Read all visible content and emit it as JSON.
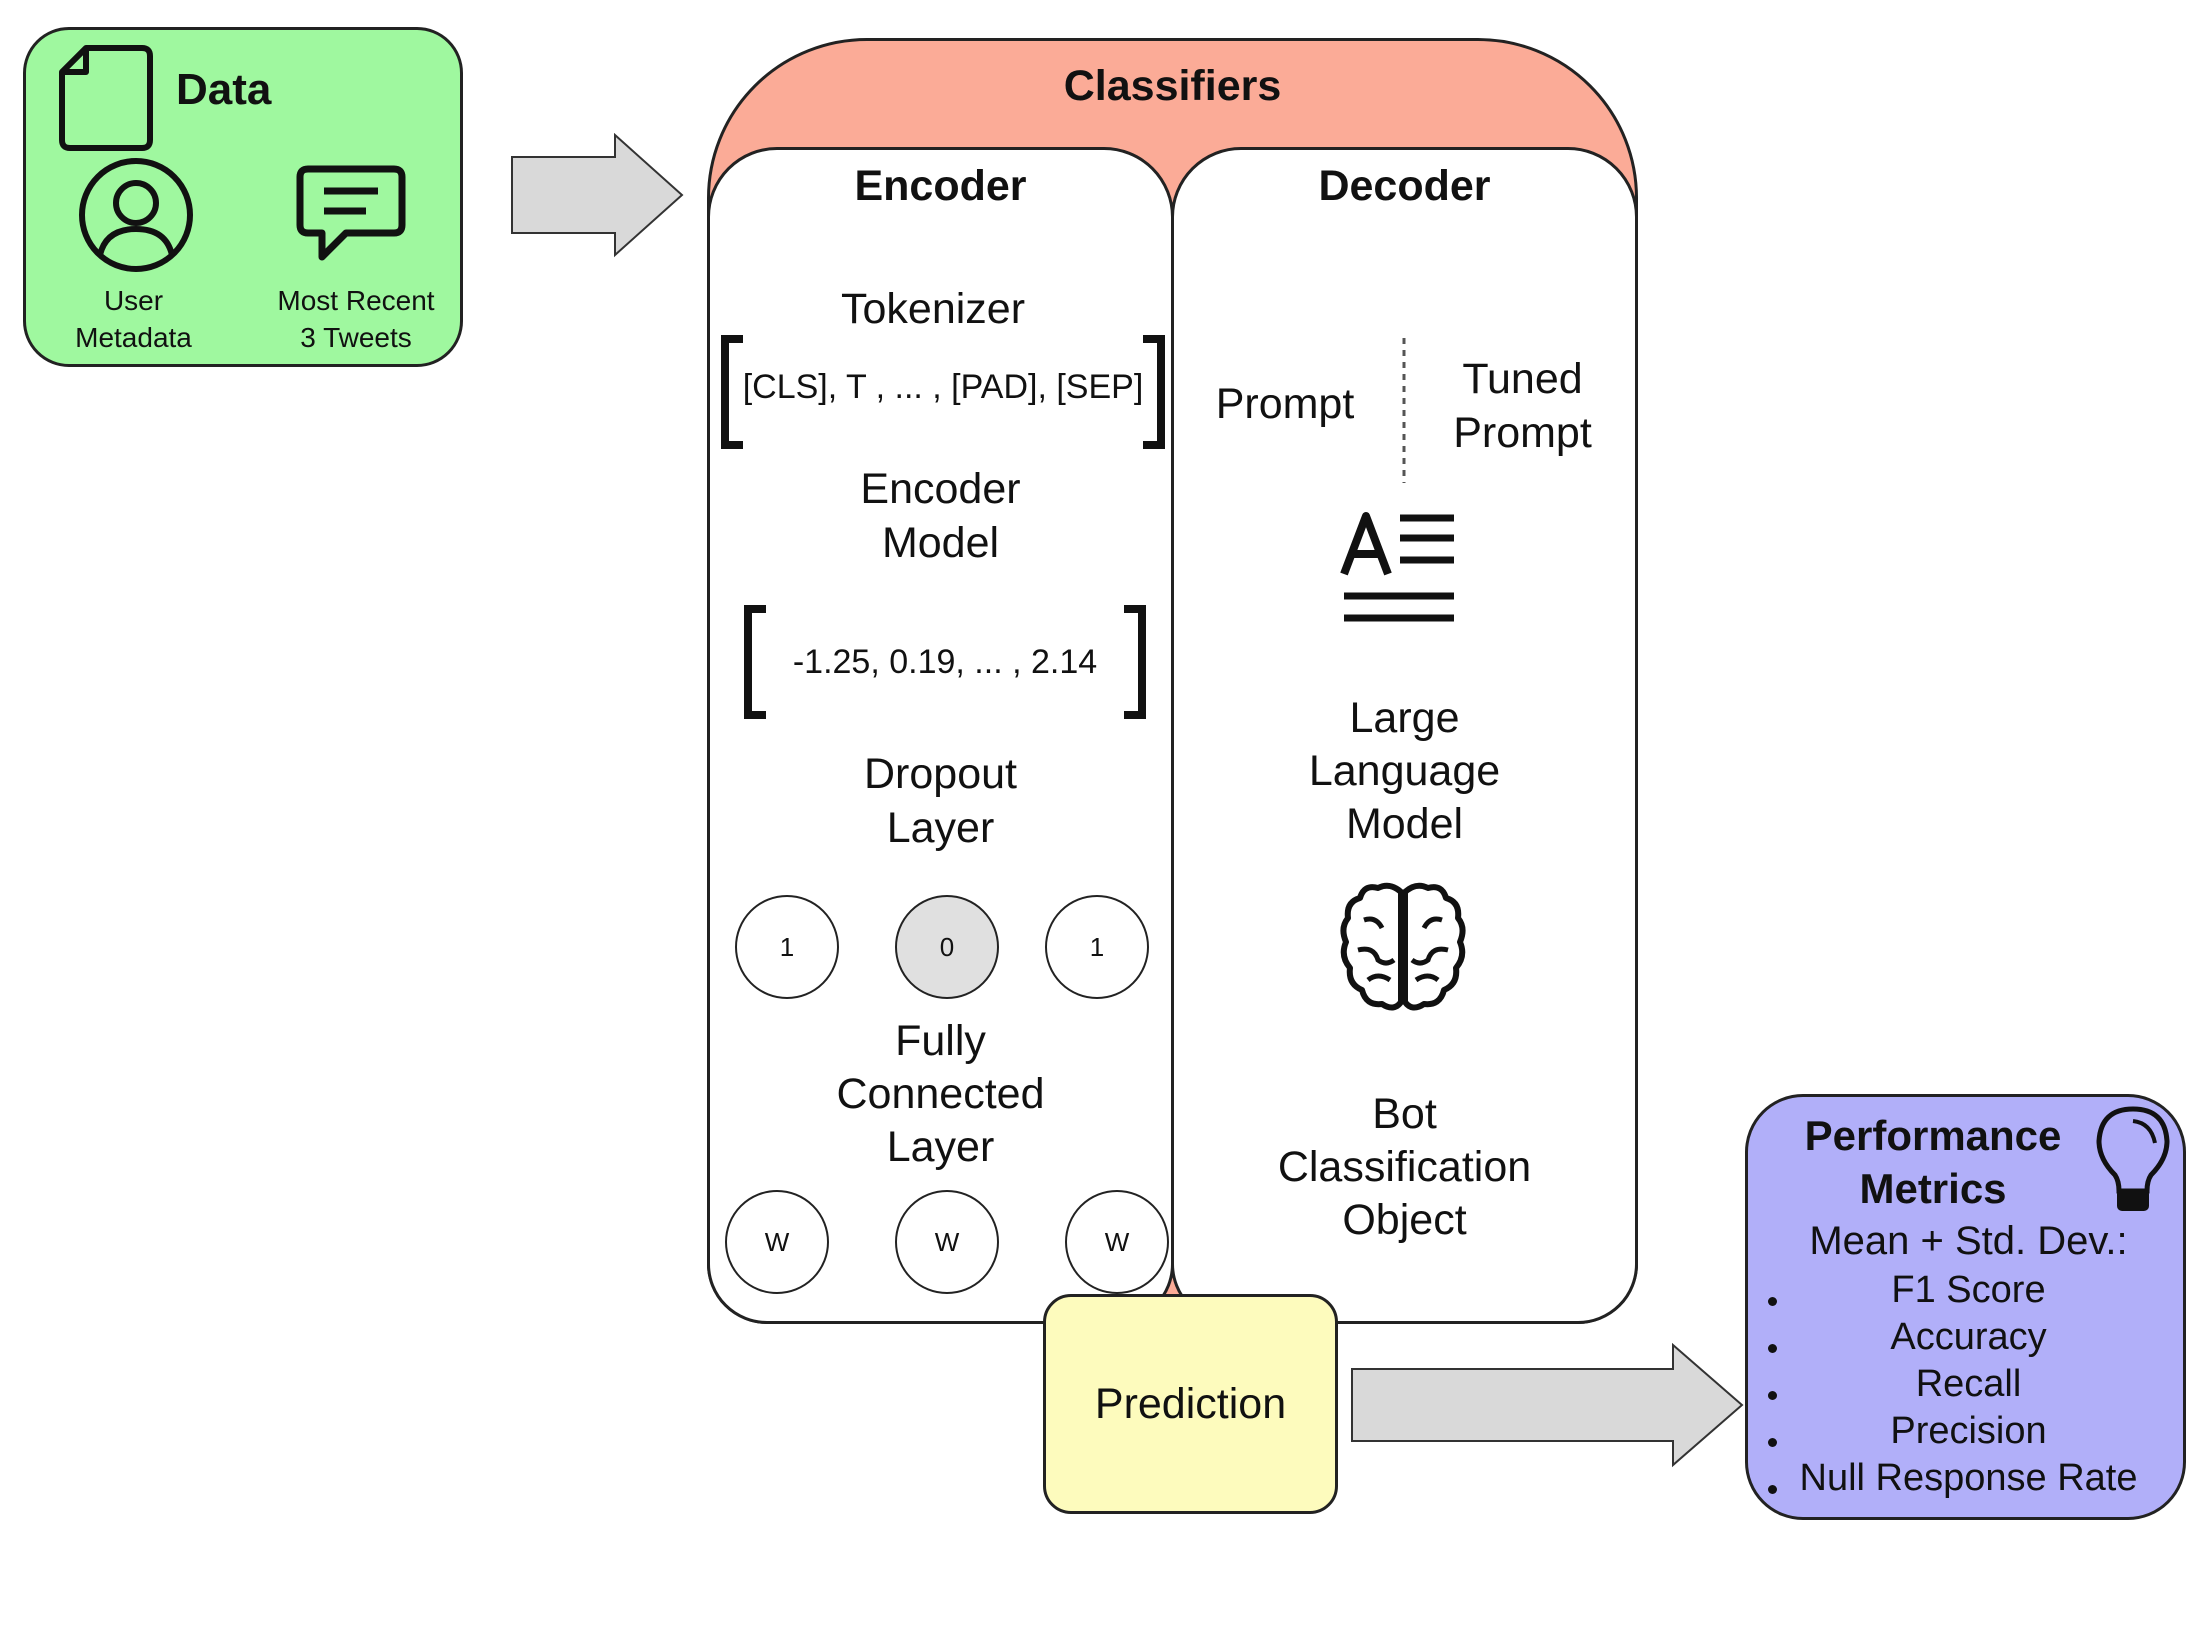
{
  "data": {
    "title": "Data",
    "user_label_line1": "User",
    "user_label_line2": "Metadata",
    "tweets_label_line1": "Most Recent",
    "tweets_label_line2": "3 Tweets"
  },
  "classifiers": {
    "title": "Classifiers",
    "encoder": {
      "title": "Encoder",
      "tokenizer": "Tokenizer",
      "tokens": "[CLS], T , ... , [PAD], [SEP]",
      "model_line1": "Encoder",
      "model_line2": "Model",
      "embedding": "-1.25, 0.19, ... , 2.14",
      "dropout_line1": "Dropout",
      "dropout_line2": "Layer",
      "dropout_nodes": [
        "1",
        "0",
        "1"
      ],
      "fc_line1": "Fully",
      "fc_line2": "Connected",
      "fc_line3": "Layer",
      "fc_nodes": [
        "W",
        "W",
        "W"
      ]
    },
    "decoder": {
      "title": "Decoder",
      "prompt": "Prompt",
      "tuned_line1": "Tuned",
      "tuned_line2": "Prompt",
      "llm_line1": "Large",
      "llm_line2": "Language",
      "llm_line3": "Model",
      "output_line1": "Bot",
      "output_line2": "Classification",
      "output_line3": "Object"
    }
  },
  "prediction": {
    "label": "Prediction"
  },
  "metrics": {
    "title_line1": "Performance",
    "title_line2": "Metrics",
    "subtitle": "Mean + Std. Dev.:",
    "items": [
      "F1 Score",
      "Accuracy",
      "Recall",
      "Precision",
      "Null Response Rate"
    ]
  },
  "colors": {
    "data_fill": "#9ff89f",
    "classifiers_fill": "#fbab97",
    "prediction_fill": "#fdfbbd",
    "metrics_fill": "#b1aff9",
    "arrow_fill": "#d9d9d9"
  },
  "icons": [
    "document-icon",
    "user-icon",
    "chat-icon",
    "text-format-icon",
    "brain-icon",
    "lightbulb-icon"
  ]
}
